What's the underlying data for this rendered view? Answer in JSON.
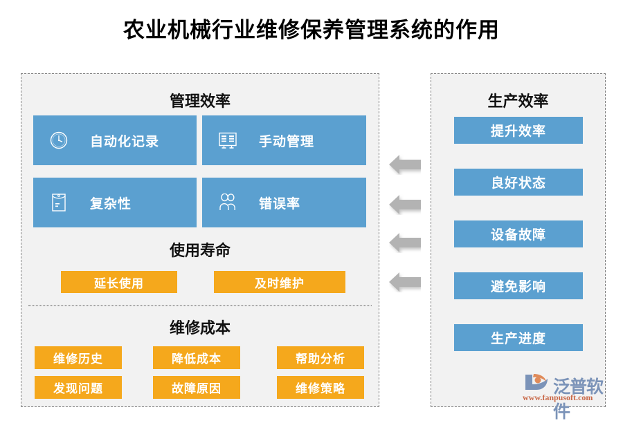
{
  "title": "农业机械行业维修保养管理系统的作用",
  "colors": {
    "blue": "#5BA0D0",
    "orange": "#F5A81C",
    "panel_bg": "#f2f2f2",
    "panel_border": "#808080",
    "arrow": "#B3B3B3",
    "logo_text": "#7B93B8",
    "logo_url": "#C96A4A"
  },
  "left_panel": {
    "sections": [
      {
        "heading": "管理效率",
        "boxes": [
          {
            "label": "自动化记录",
            "icon": "clock-icon"
          },
          {
            "label": "手动管理",
            "icon": "form-card-icon"
          },
          {
            "label": "复杂性",
            "icon": "envelope-document-icon"
          },
          {
            "label": "错误率",
            "icon": "users-icon"
          }
        ]
      },
      {
        "heading": "使用寿命",
        "buttons": [
          {
            "label": "延长使用"
          },
          {
            "label": "及时维护"
          }
        ]
      },
      {
        "heading": "维修成本",
        "buttons": [
          {
            "label": "维修历史"
          },
          {
            "label": "降低成本"
          },
          {
            "label": "帮助分析"
          },
          {
            "label": "发现问题"
          },
          {
            "label": "故障原因"
          },
          {
            "label": "维修策略"
          }
        ]
      }
    ]
  },
  "right_panel": {
    "heading": "生产效率",
    "buttons": [
      {
        "label": "提升效率"
      },
      {
        "label": "良好状态"
      },
      {
        "label": "设备故障"
      },
      {
        "label": "避免影响"
      },
      {
        "label": "生产进度"
      }
    ]
  },
  "arrows": {
    "count": 4,
    "direction": "left"
  },
  "logo": {
    "name": "泛普软件",
    "url": "www.fanpusoft.com"
  }
}
